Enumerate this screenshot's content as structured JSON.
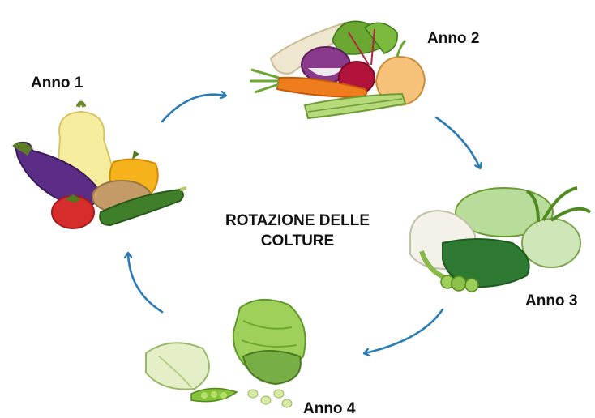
{
  "title_lines": [
    "ROTAZIONE DELLE",
    "COLTURE"
  ],
  "years": [
    "Anno 1",
    "Anno 2",
    "Anno 3",
    "Anno 4"
  ],
  "colors": {
    "arrow": "#2a7ab4",
    "text": "#111111"
  },
  "groups": {
    "year1": [
      "squash-icon",
      "eggplant-icon",
      "bell-pepper-icon",
      "potato-icon",
      "tomato-icon",
      "zucchini-icon"
    ],
    "year2": [
      "parsnip-icon",
      "carrot-icon",
      "turnip-icon",
      "beet-icon",
      "onion-icon",
      "celery-icon"
    ],
    "year3": [
      "cauliflower-icon",
      "cabbage-icon",
      "kale-icon",
      "kohlrabi-icon",
      "brussels-sprouts-icon"
    ],
    "year4": [
      "lettuce-icon",
      "chard-icon",
      "peas-icon",
      "beans-icon"
    ]
  }
}
